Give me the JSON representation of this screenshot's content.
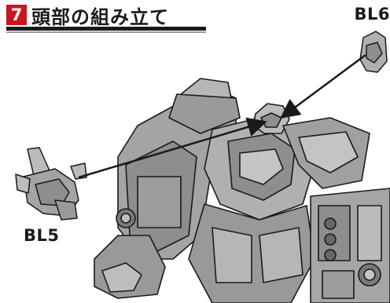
{
  "step": {
    "number": "7",
    "title": "頭部の組み立て"
  },
  "parts": {
    "bl6": "BL6",
    "bl5": "BL5"
  },
  "colors": {
    "badge": "#c8161d",
    "ink": "#1a1a1a",
    "robot_shade": "#8e8e8e",
    "robot_light": "#bdbdbd"
  }
}
